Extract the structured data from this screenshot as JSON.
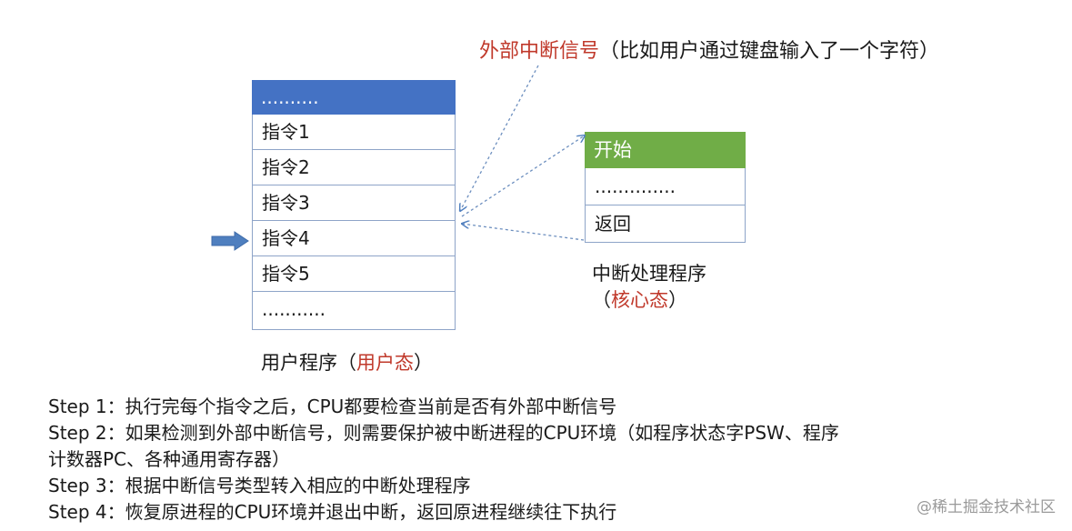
{
  "external_signal": {
    "label": "外部中断信号",
    "note": "（比如用户通过键盘输入了一个字符）"
  },
  "user_program": {
    "header": "..........",
    "rows": [
      "指令1",
      "指令2",
      "指令3",
      "指令4",
      "指令5",
      "..........."
    ],
    "current_index": 3,
    "caption_prefix": "用户程序",
    "caption_open": "（",
    "caption_mode": "用户态",
    "caption_close": "）"
  },
  "handler": {
    "header": "开始",
    "rows": [
      "..............",
      "返回"
    ],
    "caption": "中断处理程序",
    "caption_open": "（",
    "caption_mode": "核心态",
    "caption_close": "）"
  },
  "steps": [
    "Step 1：执行完每个指令之后，CPU都要检查当前是否有外部中断信号",
    "Step 2：如果检测到外部中断信号，则需要保护被中断进程的CPU环境（如程序状态字PSW、程序",
    "计数器PC、各种通用寄存器）",
    "Step 3：根据中断信号类型转入相应的中断处理程序",
    "Step 4：恢复原进程的CPU环境并退出中断，返回原进程继续往下执行"
  ],
  "watermark": "@稀土掘金技术社区",
  "colors": {
    "user_header": "#4472c4",
    "handler_header": "#70ad47",
    "highlight": "#c0392b",
    "arrow": "#4f7fbf"
  }
}
